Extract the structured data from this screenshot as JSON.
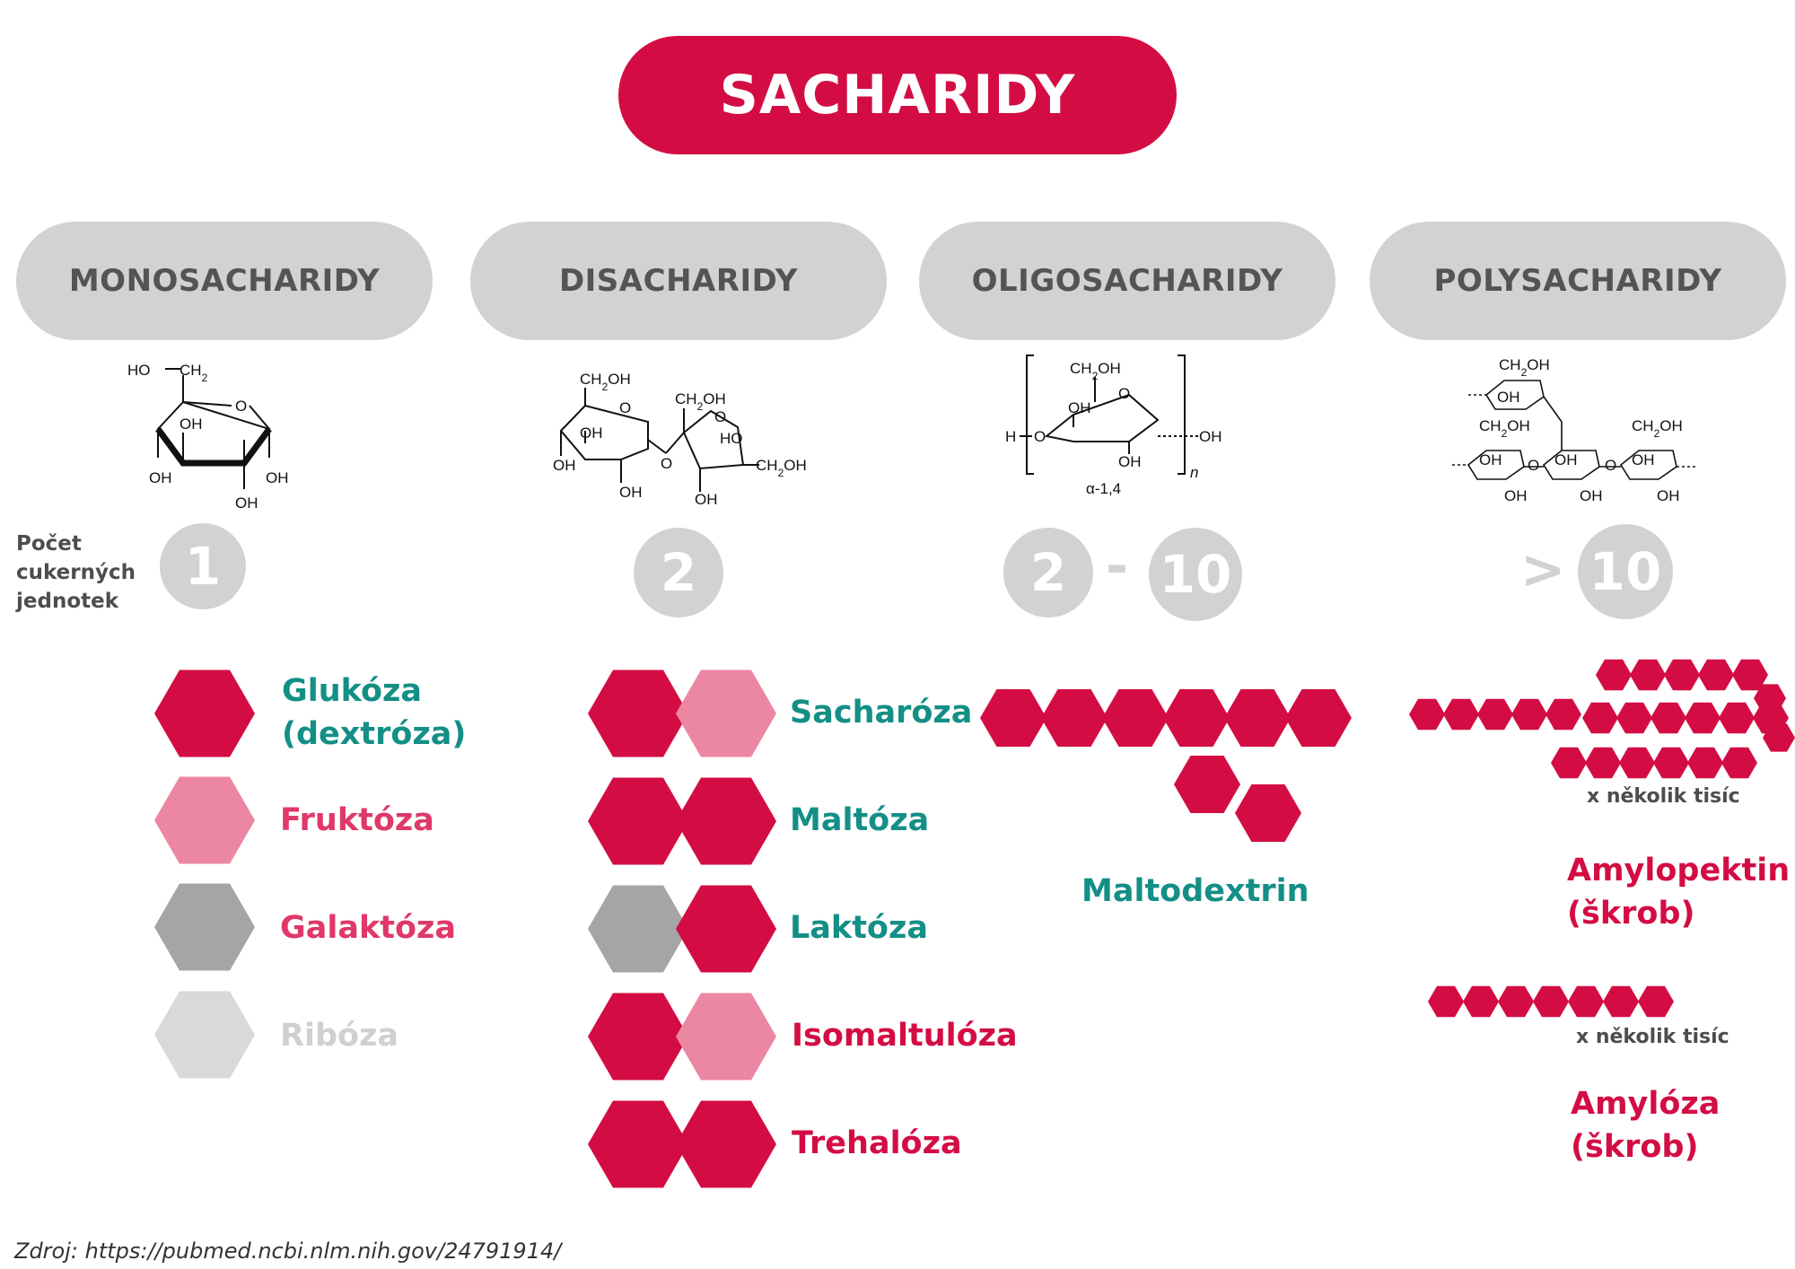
{
  "title": "SACHARIDY",
  "categories": [
    {
      "label": "MONOSACHARIDY"
    },
    {
      "label": "DISACHARIDY"
    },
    {
      "label": "OLIGOSACHARIDY"
    },
    {
      "label": "POLYSACHARIDY"
    }
  ],
  "count_label_lines": [
    "Počet",
    "cukerných",
    "jednotek"
  ],
  "counts": {
    "mono": "1",
    "di": "2",
    "oligo_from": "2",
    "oligo_sep": "-",
    "oligo_to": "10",
    "poly_sign": ">",
    "poly_value": "10"
  },
  "colors": {
    "crimson": "#d30d43",
    "pink": "#ec87a3",
    "gray": "#a5a5a5",
    "light_gray": "#d9d9d9",
    "teal": "#138f86",
    "pill_gray": "#d2d2d2"
  },
  "monosaccharides": [
    {
      "name_line1": "Glukóza",
      "name_line2": "(dextróza)"
    },
    {
      "name_line1": "Fruktóza"
    },
    {
      "name_line1": "Galaktóza"
    },
    {
      "name_line1": "Ribóza"
    }
  ],
  "disaccharides": [
    {
      "name": "Sacharóza"
    },
    {
      "name": "Maltóza"
    },
    {
      "name": "Laktóza"
    },
    {
      "name": "Isomaltulóza"
    },
    {
      "name": "Trehalóza"
    }
  ],
  "oligosaccharides": {
    "name": "Maltodextrin"
  },
  "polysaccharides": [
    {
      "note": "x několik tisíc",
      "name_line1": "Amylopektin",
      "name_line2": "(škrob)"
    },
    {
      "note": "x několik tisíc",
      "name_line1": "Amylóza",
      "name_line2": "(škrob)"
    }
  ],
  "chem": {
    "mono": {
      "ho": "HO",
      "ch2": "CH2",
      "oh": "OH",
      "o": "O"
    },
    "di": {
      "ch2oh": "CH2OH",
      "oh": "OH",
      "ho": "HO",
      "o": "O"
    },
    "oligo": {
      "ch2oh": "CH2OH",
      "oh": "OH",
      "h": "H",
      "o": "O",
      "n": "n",
      "link": "α-1,4"
    },
    "poly": {
      "ch2oh": "CH2OH",
      "oh": "OH",
      "o": "O"
    }
  },
  "source": "Zdroj: https://pubmed.ncbi.nlm.nih.gov/24791914/"
}
